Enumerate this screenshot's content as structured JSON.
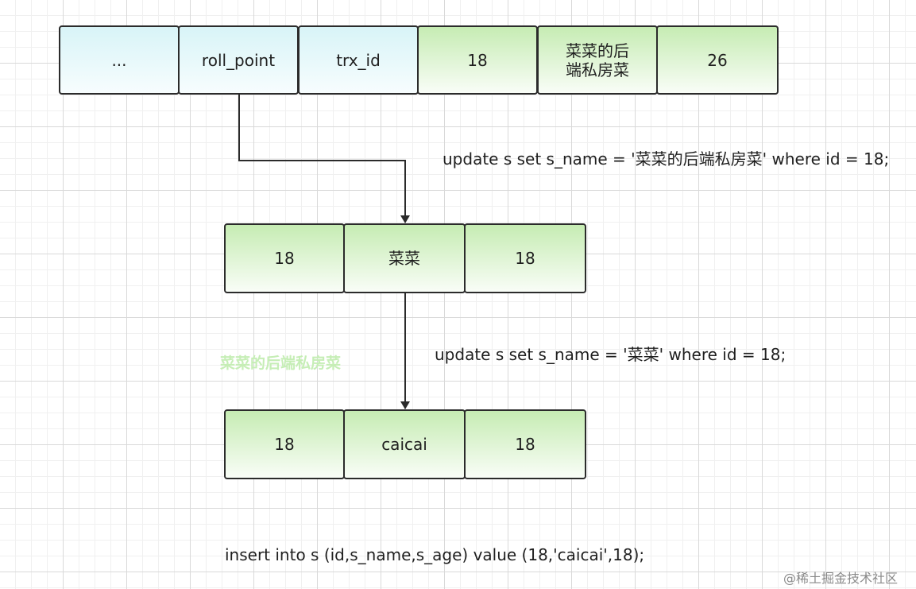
{
  "current_row": {
    "cells": [
      "...",
      "roll_point",
      "trx_id",
      "18",
      "菜菜的后端私房菜",
      "26"
    ]
  },
  "undo_row_1": {
    "cells": [
      "18",
      "菜菜",
      "18"
    ]
  },
  "undo_row_2": {
    "cells": [
      "18",
      "caicai",
      "18"
    ]
  },
  "statements": {
    "update_latest": "update s set s_name = '菜菜的后端私房菜' where id = 18;",
    "update_first": "update s set s_name = '菜菜' where id = 18;",
    "insert": "insert into s (id,s_name,s_age) value (18,'caicai',18);"
  },
  "watermark": "菜菜的后端私房菜",
  "site_mark": "@稀土掘金技术社区",
  "colors": {
    "stroke": "#2b2b2b",
    "meta_cell_fill": "#d8f4f7",
    "data_cell_fill": "#c6ecb3",
    "watermark": "#c6eeb6"
  }
}
